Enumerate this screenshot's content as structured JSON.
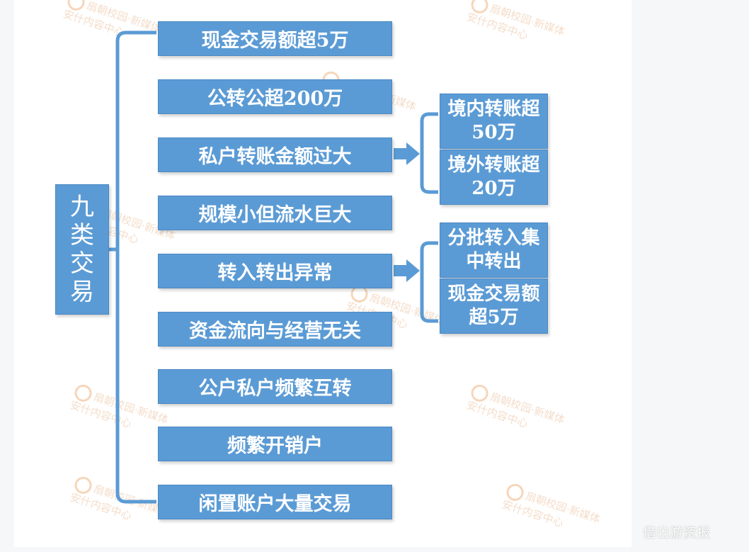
{
  "diagram": {
    "root": "九类交易",
    "items": [
      {
        "label": "现金交易额超5万"
      },
      {
        "label": "公转公超200万"
      },
      {
        "label": "私户转账金额过大",
        "children": [
          "境内转账超50万",
          "境外转账超20万"
        ]
      },
      {
        "label": "规模小但流水巨大"
      },
      {
        "label": "转入转出异常",
        "children": [
          "分批转入集中转出",
          "现金交易额超5万"
        ]
      },
      {
        "label": "资金流向与经营无关"
      },
      {
        "label": "公户私户频繁互转"
      },
      {
        "label": "频繁开销户"
      },
      {
        "label": "闲置账户大量交易"
      }
    ],
    "colors": {
      "box_fill": "#5b9bd5",
      "box_text": "#ffffff",
      "connector": "#5b9bd5"
    }
  },
  "watermark": {
    "line1": "扇朝校园·新媒体",
    "line2": "安什内容中心"
  },
  "credit": "借出游资报"
}
